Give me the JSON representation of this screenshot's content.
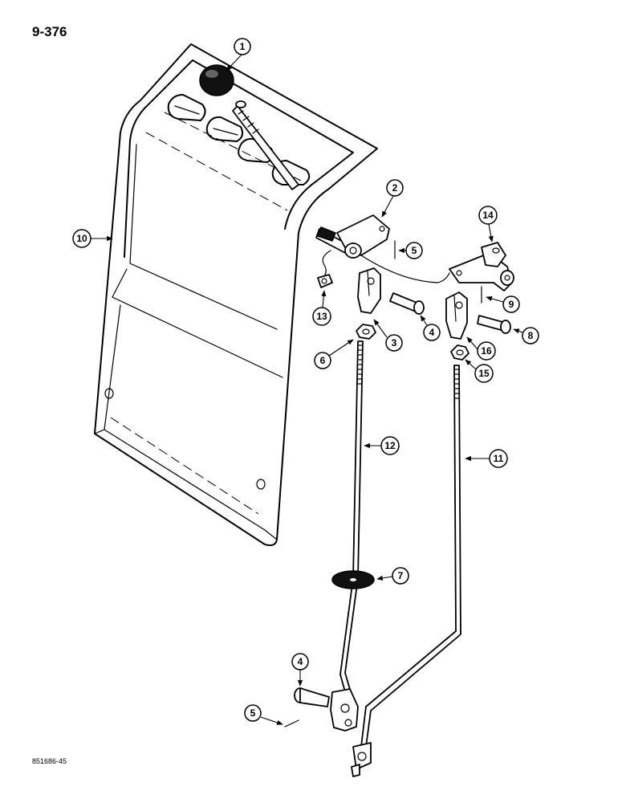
{
  "page_number": "9-376",
  "doc_code": "851686-45",
  "callouts": [
    "1",
    "2",
    "3",
    "4",
    "5",
    "6",
    "7",
    "8",
    "9",
    "10",
    "11",
    "12",
    "13",
    "14",
    "15",
    "16",
    "4",
    "5"
  ]
}
